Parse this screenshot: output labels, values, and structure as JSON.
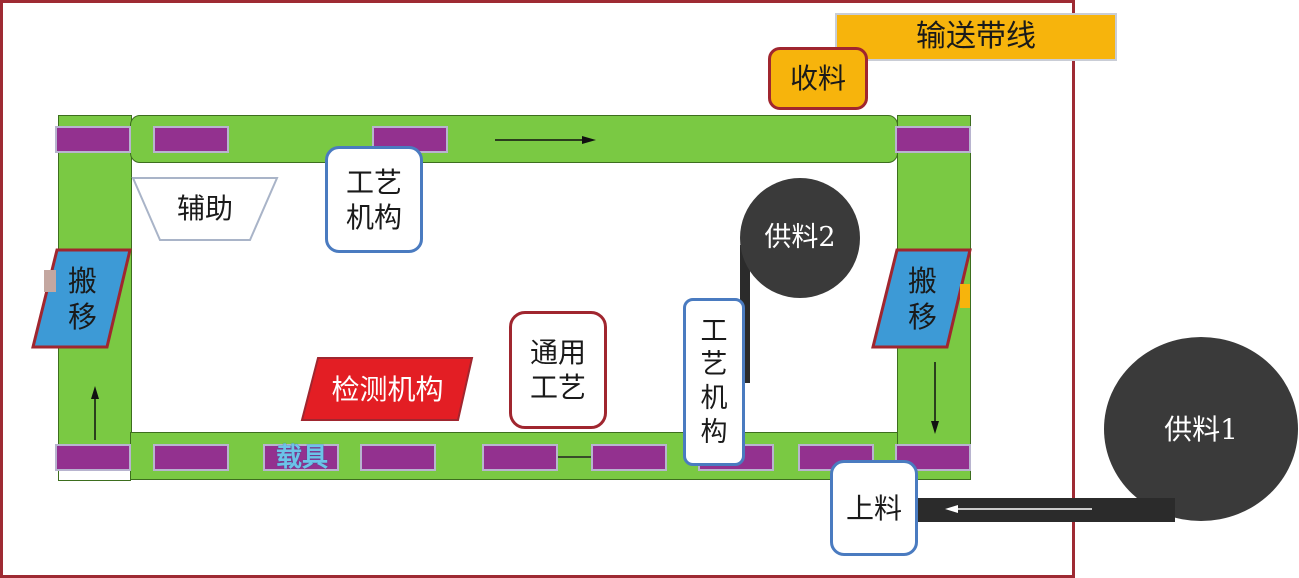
{
  "conveyor_line": "输送带线",
  "receiving": "收料",
  "auxiliary": "辅助",
  "process_mechanism_top": "工艺\n机构",
  "process_mechanism_right": "工\n艺\n机\n构",
  "supply_2": "供料2",
  "supply_1": "供料1",
  "transfer_left": "搬\n移",
  "transfer_right": "搬\n移",
  "inspection": "检测机构",
  "general_process": "通用\n工艺",
  "carrier": "载具",
  "loading": "上料",
  "colors": {
    "conveyor": "#7ac943",
    "pallet": "#93318f",
    "transfer": "#3d9ad6",
    "inspection": "#e31e24",
    "conveyor_line_tag": "#f7b40c",
    "frame": "#9e2a33",
    "supply": "#3a3a3a"
  }
}
